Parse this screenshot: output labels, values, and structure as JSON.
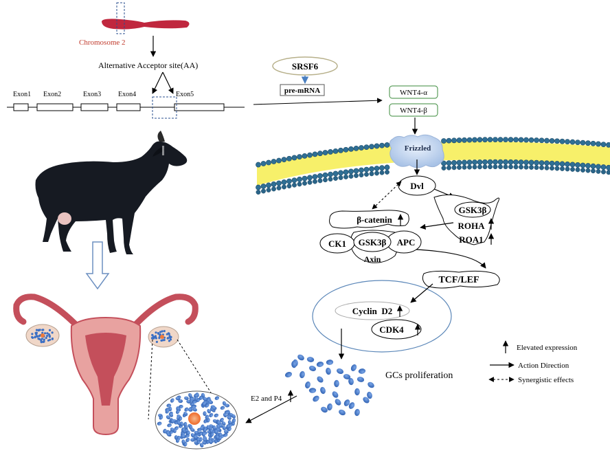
{
  "gene": {
    "chromosome_label": "Chromosome 2",
    "splice_site_label": "Alternative Acceptor site(AA)",
    "exons": [
      "Exon1",
      "Exon2",
      "Exon3",
      "Exon4",
      "Exon5"
    ]
  },
  "splicing": {
    "factor": "SRSF6",
    "substrate": "pre-mRNA",
    "isoforms": [
      "WNT4-α",
      "WNT4-β"
    ]
  },
  "membrane": {
    "receptor": "Frizzled"
  },
  "pathway": {
    "dvl": "Dvl",
    "gsk_complex": [
      "GSK3β",
      "ROHA",
      "ROA1"
    ],
    "destruction_complex": {
      "beta_catenin": "β-catenin",
      "ck1": "CK1",
      "gsk3b": "GSK3β",
      "apc": "APC",
      "axin": "Axin"
    },
    "transcription_factor": "TCF/LEF",
    "cyclin": "Cyclin  D2",
    "cdk": "CDK4"
  },
  "outcome": {
    "proliferation": "GCs proliferation",
    "hormones": "E2 and P4"
  },
  "legend": [
    {
      "symbol": "up-arrow",
      "label": "Elevated expression"
    },
    {
      "symbol": "solid-arrow",
      "label": "Action Direction"
    },
    {
      "symbol": "dashed-double-arrow",
      "label": "Synergistic effects"
    }
  ],
  "colors": {
    "chromosome": "#c0273e",
    "chromosome_label": "#c0392b",
    "isoform_border": "#3a8a3a",
    "membrane_head": "#2f6f95",
    "membrane_core": "#f7f06a",
    "frizzled": "#bcd2ee",
    "nucleus": "#5a86b8",
    "cells": "#3b6fc4",
    "uterus": "#e8a2a0",
    "uterus_dark": "#c44f5b",
    "follicle": "#f07a3a"
  }
}
